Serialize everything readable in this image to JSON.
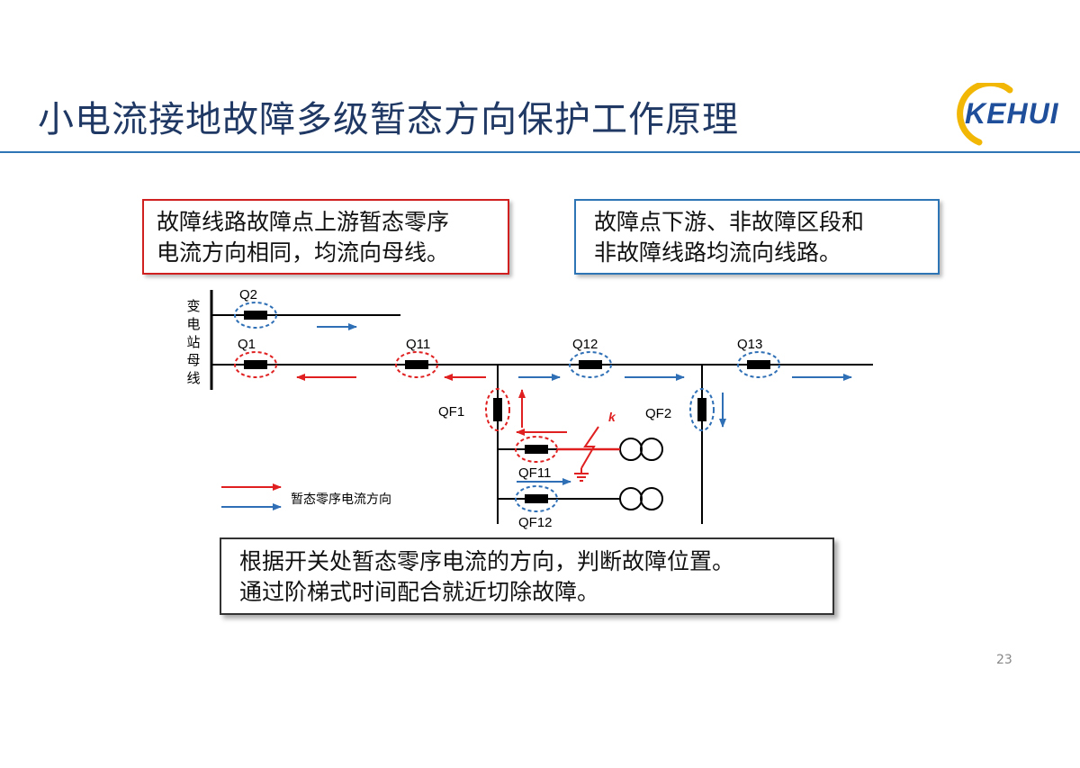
{
  "title": "小电流接地故障多级暂态方向保护工作原理",
  "logo": {
    "text": "KEHUI"
  },
  "notes": {
    "upstream": [
      "故障线路故障点上游暂态零序",
      "电流方向相同，均流向母线。"
    ],
    "downstream": [
      "故障点下游、非故障区段和",
      "非故障线路均流向线路。"
    ],
    "summary": [
      "根据开关处暂态零序电流的方向，判断故障位置。",
      "通过阶梯式时间配合就近切除故障。"
    ]
  },
  "diagram": {
    "busbar_label": [
      "变",
      "电",
      "站",
      "母",
      "线"
    ],
    "switches": {
      "q2": "Q2",
      "q1": "Q1",
      "q11": "Q11",
      "q12": "Q12",
      "q13": "Q13",
      "qf1": "QF1",
      "qf2": "QF2",
      "qf11": "QF11",
      "qf12": "QF12"
    },
    "fault_label": "k",
    "legend_label": "暂态零序电流方向"
  },
  "colors": {
    "fault_current": "#e02020",
    "normal_current": "#2e6fb5",
    "line": "#000000"
  },
  "page_number": "23"
}
